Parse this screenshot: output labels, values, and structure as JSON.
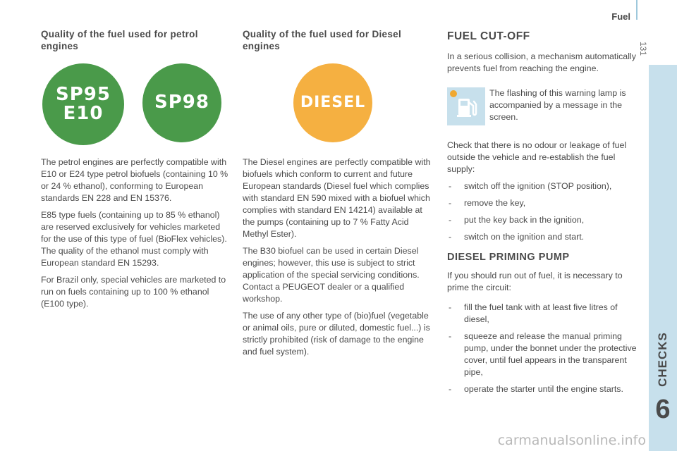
{
  "header": {
    "title": "Fuel",
    "page_number": "131"
  },
  "side_tab": {
    "label": "CHECKS",
    "chapter": "6"
  },
  "petrol": {
    "heading": "Quality of the fuel used for petrol engines",
    "badges": [
      {
        "lines": [
          "SP95",
          "E10"
        ],
        "color": "#4a9a4a"
      },
      {
        "lines": [
          "SP98"
        ],
        "color": "#4a9a4a"
      }
    ],
    "paragraphs": [
      "The petrol engines are perfectly compatible with E10 or E24 type petrol biofuels (containing 10 % or 24 % ethanol), conforming to European standards EN 228 and EN 15376.",
      "E85 type fuels (containing up to 85 % ethanol) are reserved exclusively for vehicles marketed for the use of this type of fuel (BioFlex vehicles). The quality of the ethanol must comply with European standard EN 15293.",
      "For Brazil only, special vehicles are marketed to run on fuels containing up to 100 % ethanol (E100 type)."
    ]
  },
  "diesel": {
    "heading": "Quality of the fuel used for Diesel engines",
    "badge": {
      "lines": [
        "DIESEL"
      ],
      "color": "#f5b041"
    },
    "paragraphs": [
      "The Diesel engines are perfectly compatible with biofuels which conform to current and future European standards (Diesel fuel which complies with standard EN 590 mixed with a biofuel which complies with standard EN 14214) available at the pumps (containing up to 7 % Fatty Acid Methyl Ester).",
      "The B30 biofuel can be used in certain Diesel engines; however, this use is subject to strict application of the special servicing conditions. Contact a PEUGEOT dealer or a qualified workshop.",
      "The use of any other type of (bio)fuel (vegetable or animal oils, pure or diluted, domestic fuel...) is strictly prohibited (risk of damage to the engine and fuel system)."
    ]
  },
  "fuel_cutoff": {
    "heading": "FUEL CUT-OFF",
    "intro": "In a serious collision, a mechanism automatically prevents fuel from reaching the engine.",
    "lamp_text": "The flashing of this warning lamp is accompanied by a message in the screen.",
    "check_text": "Check that there is no odour or leakage of fuel outside the vehicle and re-establish the fuel supply:",
    "steps": [
      "switch off the ignition (STOP position),",
      "remove the key,",
      "put the key back in the ignition,",
      "switch on the ignition and start."
    ]
  },
  "priming": {
    "heading": "DIESEL PRIMING PUMP",
    "intro": "If you should run out of fuel, it is necessary to prime the circuit:",
    "steps": [
      "fill the fuel tank with at least five litres of diesel,",
      "squeeze and release the manual priming pump, under the bonnet under the protective cover, until fuel appears in the transparent pipe,",
      "operate the starter until the engine starts."
    ]
  },
  "watermark": "carmanualsonline.info"
}
